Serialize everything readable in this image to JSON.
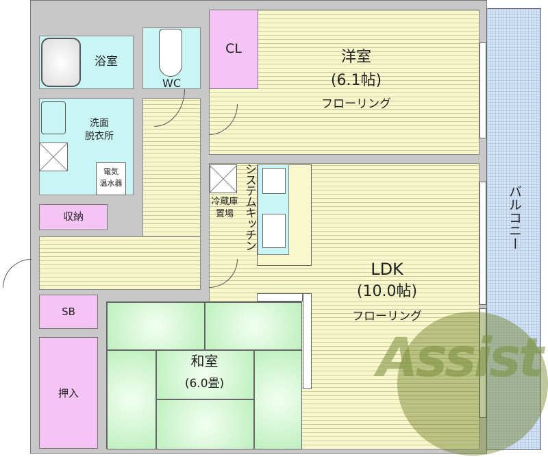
{
  "rooms": {
    "western": {
      "name": "洋室",
      "size": "(6.1帖)",
      "floor": "フローリング"
    },
    "ldk": {
      "name": "LDK",
      "size": "(10.0帖)",
      "floor": "フローリング"
    },
    "japanese": {
      "name": "和室",
      "size": "(6.0畳)"
    },
    "closet": "CL",
    "bath": "浴室",
    "wc": "WC",
    "washroom": [
      "洗面",
      "脱衣所"
    ],
    "water_heater": [
      "電気",
      "温水器"
    ],
    "storage": "収納",
    "fridge": [
      "冷蔵庫",
      "置場"
    ],
    "kitchen": "システムキッチン",
    "shoe_box": "SB",
    "oshiire": "押入",
    "balcony": "バルコニー"
  },
  "watermark": "Assist",
  "colors": {
    "floor": "#f8f8cc",
    "wet": "#c9f5f5",
    "storage": "#f4c4f4",
    "tatami": "#c8f2c8",
    "balcony": "#d5e4f6",
    "wall": "#c8c8c8"
  }
}
